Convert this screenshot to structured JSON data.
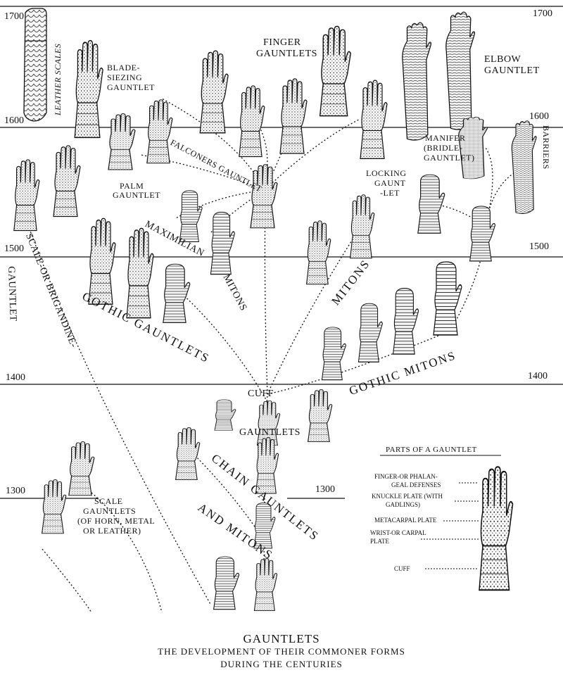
{
  "years": {
    "y1700_left": "1700",
    "y1700_right": "1700",
    "y1600_left": "1600",
    "y1600_right": "1600",
    "y1500_left": "1500",
    "y1500_right": "1500",
    "y1400_left": "1400",
    "y1400_right": "1400",
    "y1300_left": "1300",
    "y1300_right": "1300"
  },
  "labels": {
    "leather_scales": "LEATHER SCALES",
    "blade_seizing_1": "BLADE-",
    "blade_seizing_2": "SIEZING",
    "blade_seizing_3": "GAUNTLET",
    "finger_1": "FINGER",
    "finger_2": "GAUNTLETS",
    "elbow_1": "ELBOW",
    "elbow_2": "GAUNTLET",
    "falconers": "FALCONERS GAUNTLET",
    "palm_1": "PALM",
    "palm_2": "GAUNTLET",
    "manifer_1": "MANIFER",
    "manifer_2": "(BRIDLE-",
    "manifer_3": "GAUNTLET)",
    "barriers": "BARRIERS",
    "locking_1": "LOCKING",
    "locking_2": "GAUNT",
    "locking_3": "-LET",
    "maximilian": "MAXIMILIAN",
    "mitons_max": "MITONS",
    "mitons": "MITONS",
    "scale_brig": "SCALE-OR BRIGANDINE-",
    "gauntlet_v": "GAUNTLET",
    "gothic_gauntlets": "GOTHIC GAUNTLETS",
    "gothic_mitons": "GOTHIC MITONS",
    "cuff": "CUFF",
    "gauntlets_cuff": "GAUNTLETS",
    "chain_gauntlets": "CHAIN GAUNTLETS",
    "and_mitons": "AND MITONS",
    "scale_1": "SCALE",
    "scale_2": "GAUNTLETS",
    "scale_3": "(OF HORN, METAL",
    "scale_4": "OR LEATHER)"
  },
  "parts": {
    "title": "PARTS OF A GAUNTLET",
    "finger_1": "FINGER-OR PHALAN-",
    "finger_2": "GEAL DEFENSES",
    "knuckle_1": "KNUCKLE PLATE (WITH",
    "knuckle_2": "GADLINGS)",
    "metacarpal": "METACARPAL PLATE",
    "wrist_1": "WRIST-OR CARPAL",
    "wrist_2": "PLATE",
    "cuff": "CUFF"
  },
  "caption": {
    "title": "GAUNTLETS",
    "line2": "THE DEVELOPMENT OF THEIR COMMONER FORMS",
    "line3": "DURING THE CENTURIES"
  }
}
